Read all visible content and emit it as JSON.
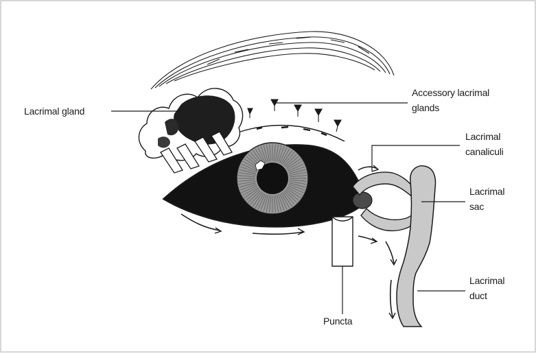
{
  "labels": {
    "lacrimal_gland": "Lacrimal gland",
    "accessory_line1": "Accessory lacrimal",
    "accessory_line2": "glands",
    "canaliculi_line1": "Lacrimal",
    "canaliculi_line2": "canaliculi",
    "sac_line1": "Lacrimal",
    "sac_line2": "sac",
    "duct_line1": "Lacrimal",
    "duct_line2": "duct",
    "puncta": "Puncta"
  },
  "colors": {
    "ink": "#1a1a1a",
    "sac_fill": "#c9c9c9",
    "iris": "#9a9a9a",
    "frame": "#d6d6d6"
  }
}
